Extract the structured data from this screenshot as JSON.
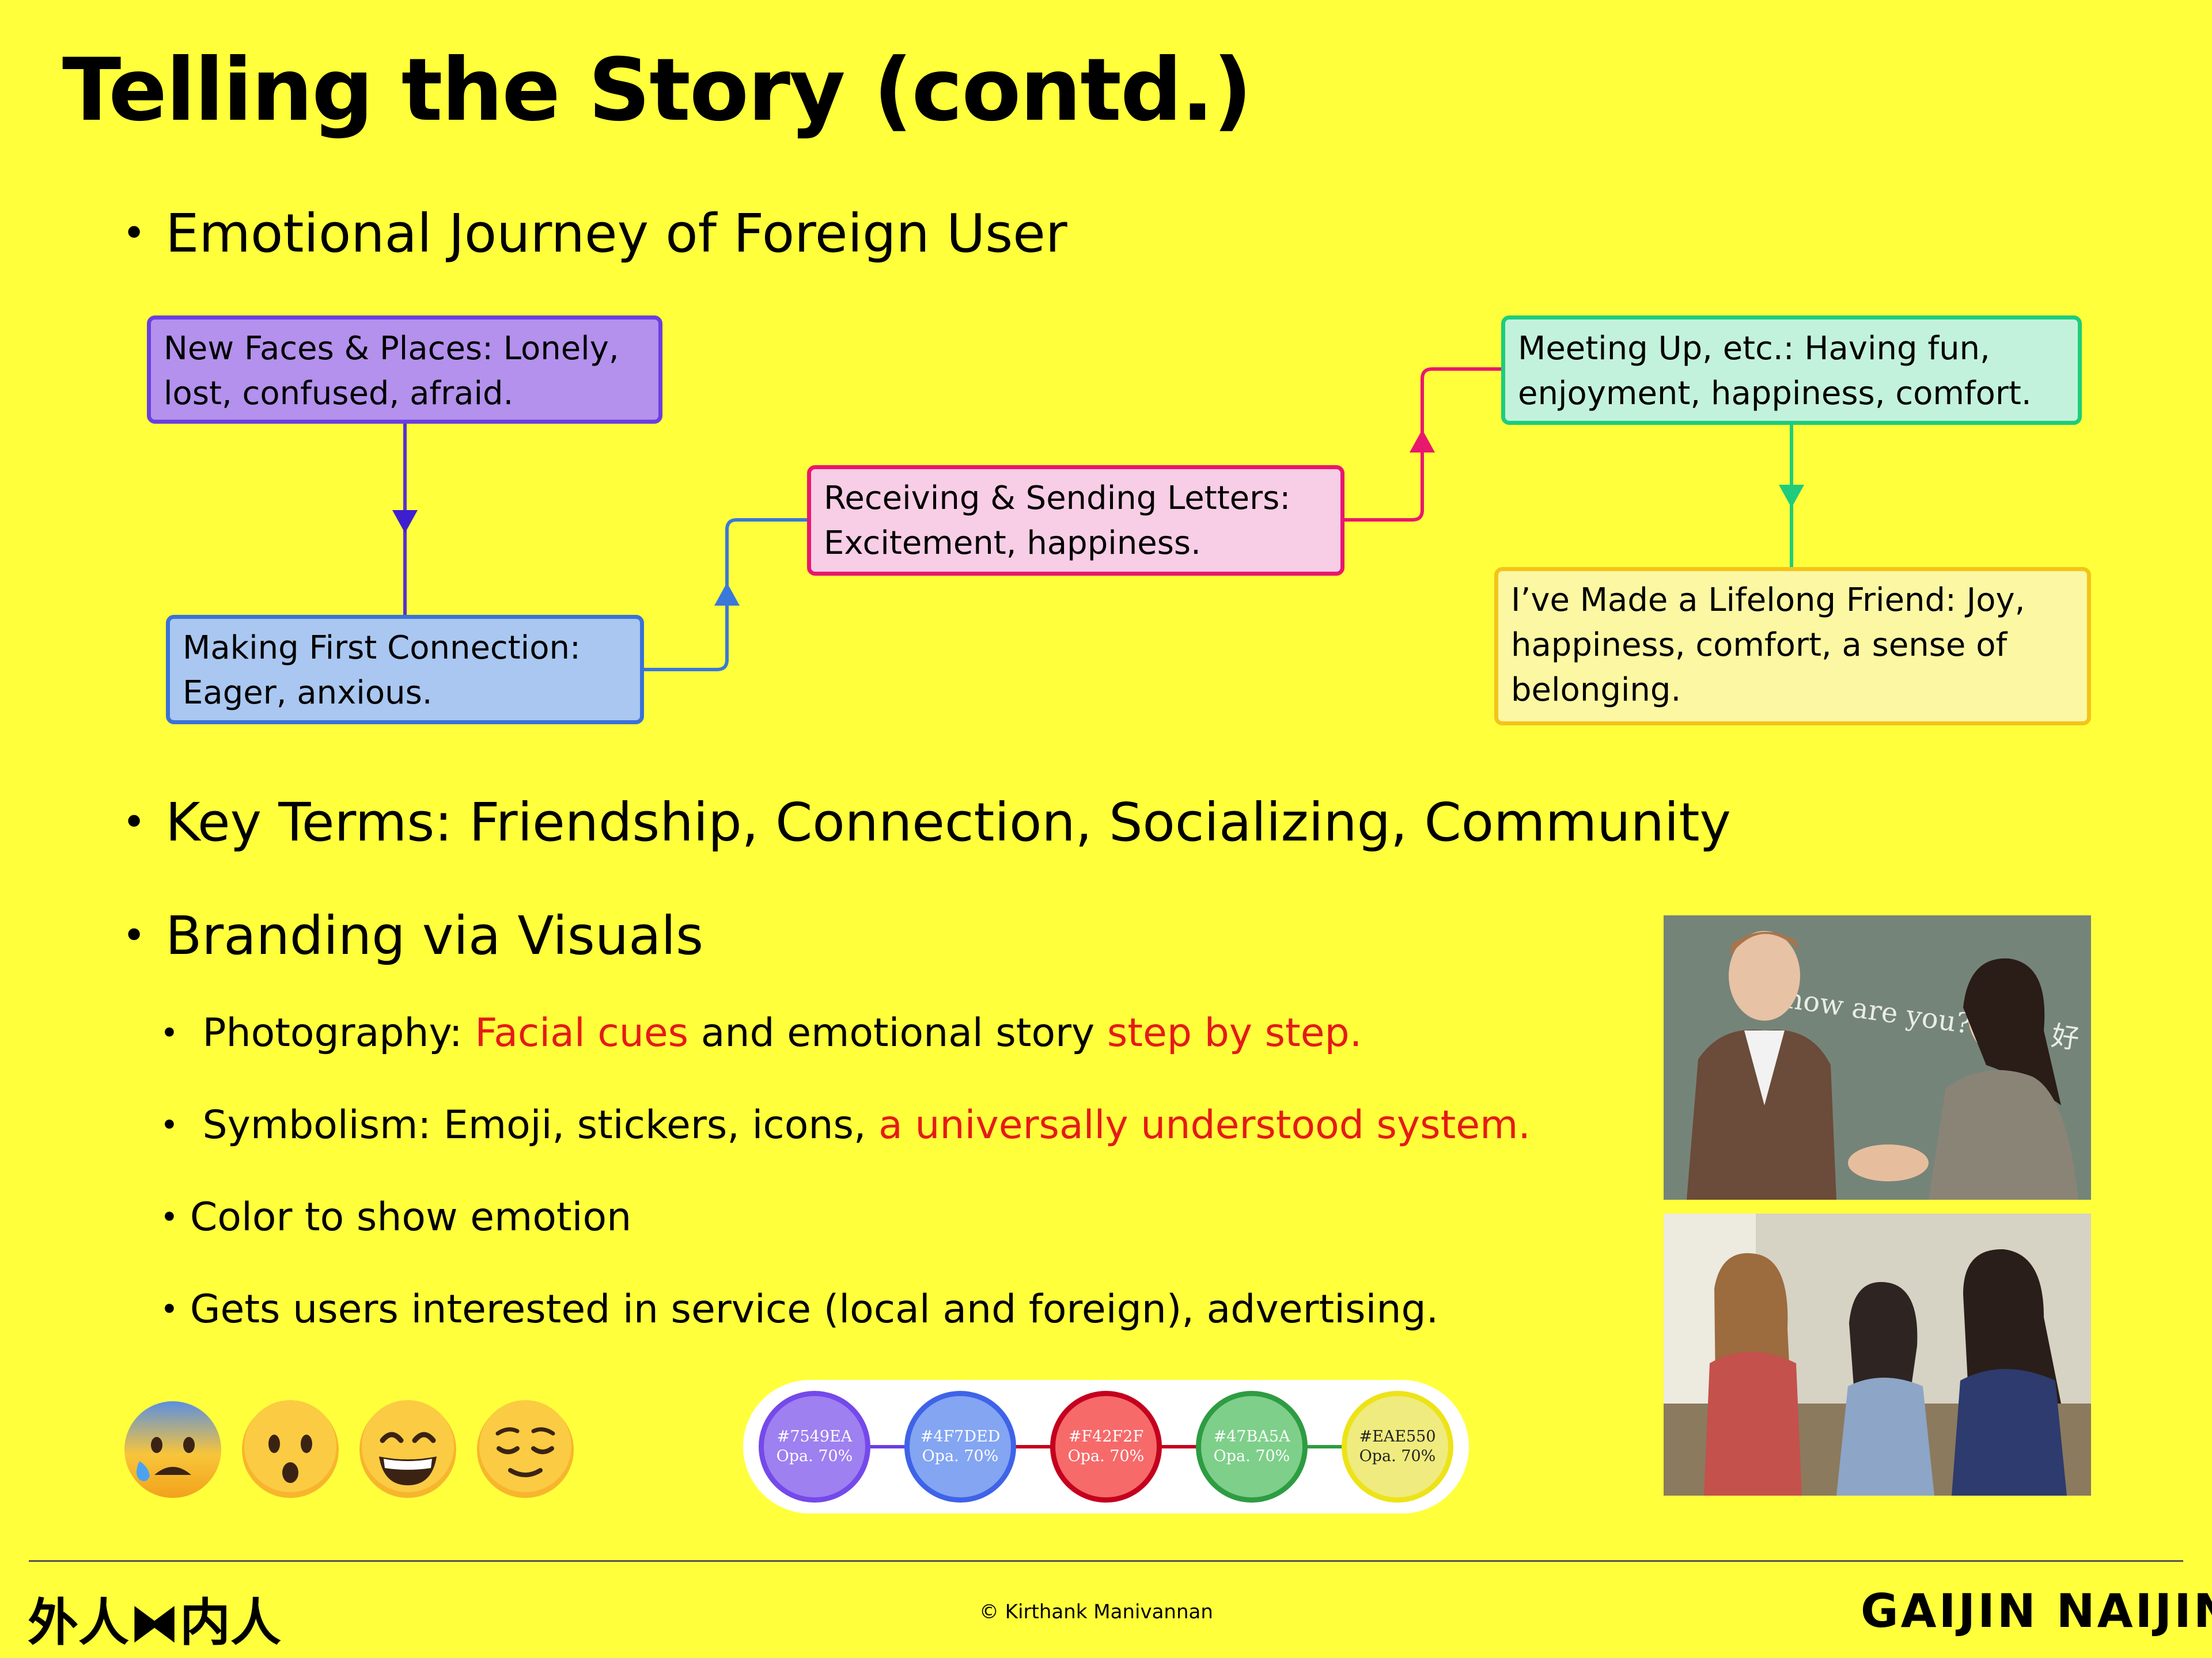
{
  "title": "Telling the Story (contd.)",
  "journey_heading": "Emotional Journey of Foreign User",
  "journey": {
    "step1": {
      "line1": "New Faces & Places: Lonely,",
      "line2": "lost, confused, afraid.",
      "color": "#7549EA"
    },
    "step2": {
      "line1": "Making First Connection:",
      "line2": "Eager, anxious.",
      "color": "#4F7DED"
    },
    "step3": {
      "line1": "Receiving & Sending Letters:",
      "line2": "Excitement, happiness.",
      "color": "#F42F2F"
    },
    "step4": {
      "line1": "Meeting Up, etc.: Having fun,",
      "line2": "enjoyment, happiness, comfort.",
      "color": "#47BA5A"
    },
    "step5": {
      "line1": "I’ve Made a Lifelong Friend: Joy,",
      "line2": "happiness, comfort, a sense of",
      "line3": "belonging.",
      "color": "#EAE550"
    }
  },
  "key_terms": "Key Terms: Friendship, Connection, Socializing, Community",
  "branding_heading": "Branding via Visuals",
  "branding_items": {
    "photography": {
      "prefix": "Photography: ",
      "hl1": "Facial cues",
      "mid": " and emotional story ",
      "hl2": "step by step."
    },
    "symbolism": {
      "prefix": "Symbolism: Emoji, stickers, icons, ",
      "hl": "a universally understood system."
    },
    "color": "Color to show emotion",
    "users": "Gets users interested in service (local and foreign), advertising."
  },
  "photo1_text": "how are you?  我 你 好",
  "emojis": [
    "anxious-face-with-sweat-icon",
    "hushed-face-icon",
    "grinning-face-icon",
    "relieved-face-icon"
  ],
  "palette": [
    {
      "hex": "#7549EA",
      "opacity": "Opa. 70%",
      "fill": "#9E80F0",
      "border": "#7549EA"
    },
    {
      "hex": "#4F7DED",
      "opacity": "Opa. 70%",
      "fill": "#83A5F2",
      "border": "#3F63E8"
    },
    {
      "hex": "#F42F2F",
      "opacity": "Opa. 70%",
      "fill": "#F66A6A",
      "border": "#C4001E"
    },
    {
      "hex": "#47BA5A",
      "opacity": "Opa. 70%",
      "fill": "#7ECF8A",
      "border": "#2E9C42"
    },
    {
      "hex": "#EAE550",
      "opacity": "Opa. 70%",
      "fill": "#EFEB7E",
      "border": "#EDE318"
    }
  ],
  "footer": {
    "left": "外人⧓内人",
    "center": "© Kirthank Manivannan",
    "right": "GAIJIN  NAIJIN"
  }
}
